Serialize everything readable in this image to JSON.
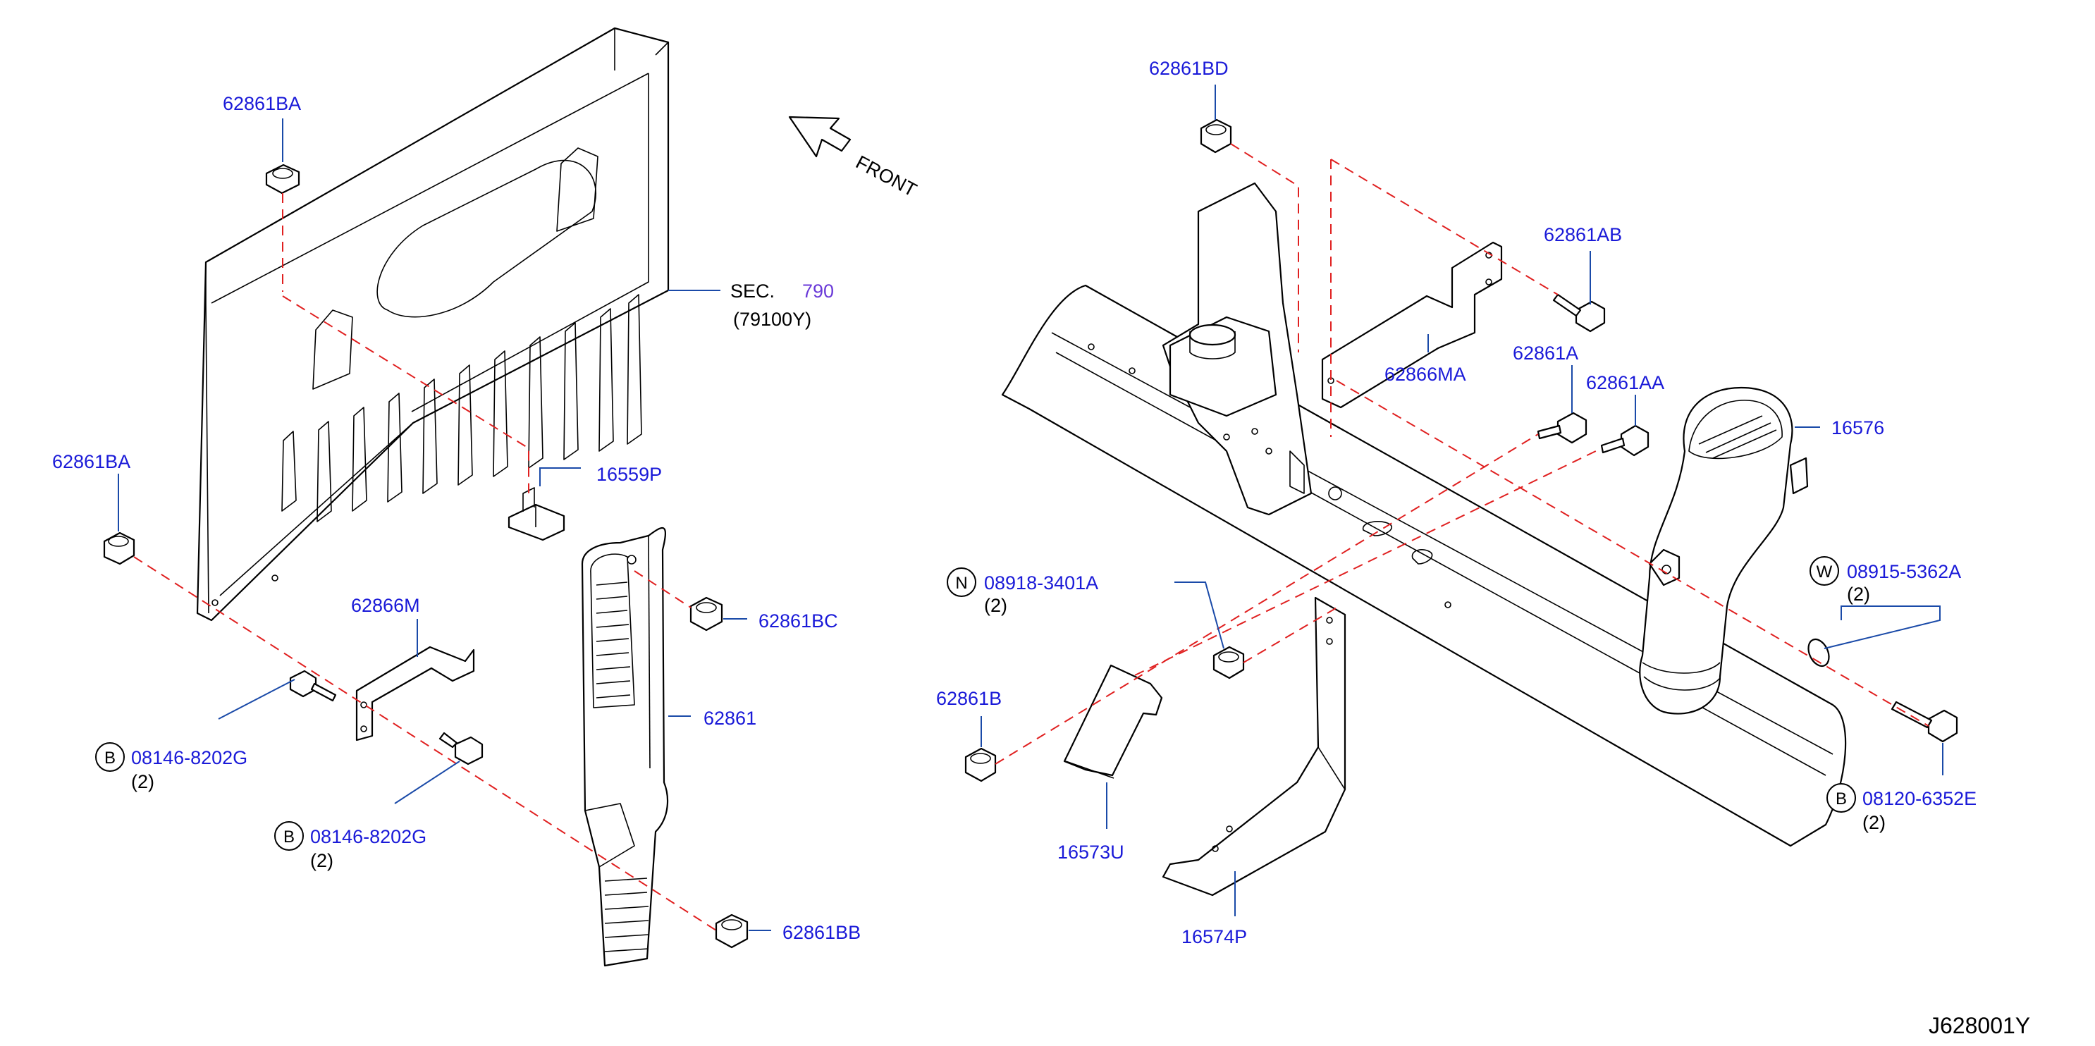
{
  "orientation": {
    "arrow_label": "FRONT"
  },
  "labels": {
    "p62861BA_top": "62861BA",
    "p62861BA_left": "62861BA",
    "sec_prefix": "SEC.",
    "sec_number": "790",
    "sec_ref": "(79100Y)",
    "p16559P": "16559P",
    "p62861BC": "62861BC",
    "p62866M": "62866M",
    "p62861": "62861",
    "p08146_1": {
      "circle": "B",
      "part": "08146-8202G",
      "qty": "(2)"
    },
    "p08146_2": {
      "circle": "B",
      "part": "08146-8202G",
      "qty": "(2)"
    },
    "p62861BB": "62861BB",
    "p62861BD": "62861BD",
    "p62861AB": "62861AB",
    "p62866MA": "62866MA",
    "p62861A": "62861A",
    "p62861AA": "62861AA",
    "p16576": "16576",
    "p08918": {
      "circle": "N",
      "part": "08918-3401A",
      "qty": "(2)"
    },
    "p08915": {
      "circle": "W",
      "part": "08915-5362A",
      "qty": "(2)"
    },
    "p62861B": "62861B",
    "p08120": {
      "circle": "B",
      "part": "08120-6352E",
      "qty": "(2)"
    },
    "p16573U": "16573U",
    "p16574P": "16574P"
  },
  "diagram_code": "J628001Y"
}
